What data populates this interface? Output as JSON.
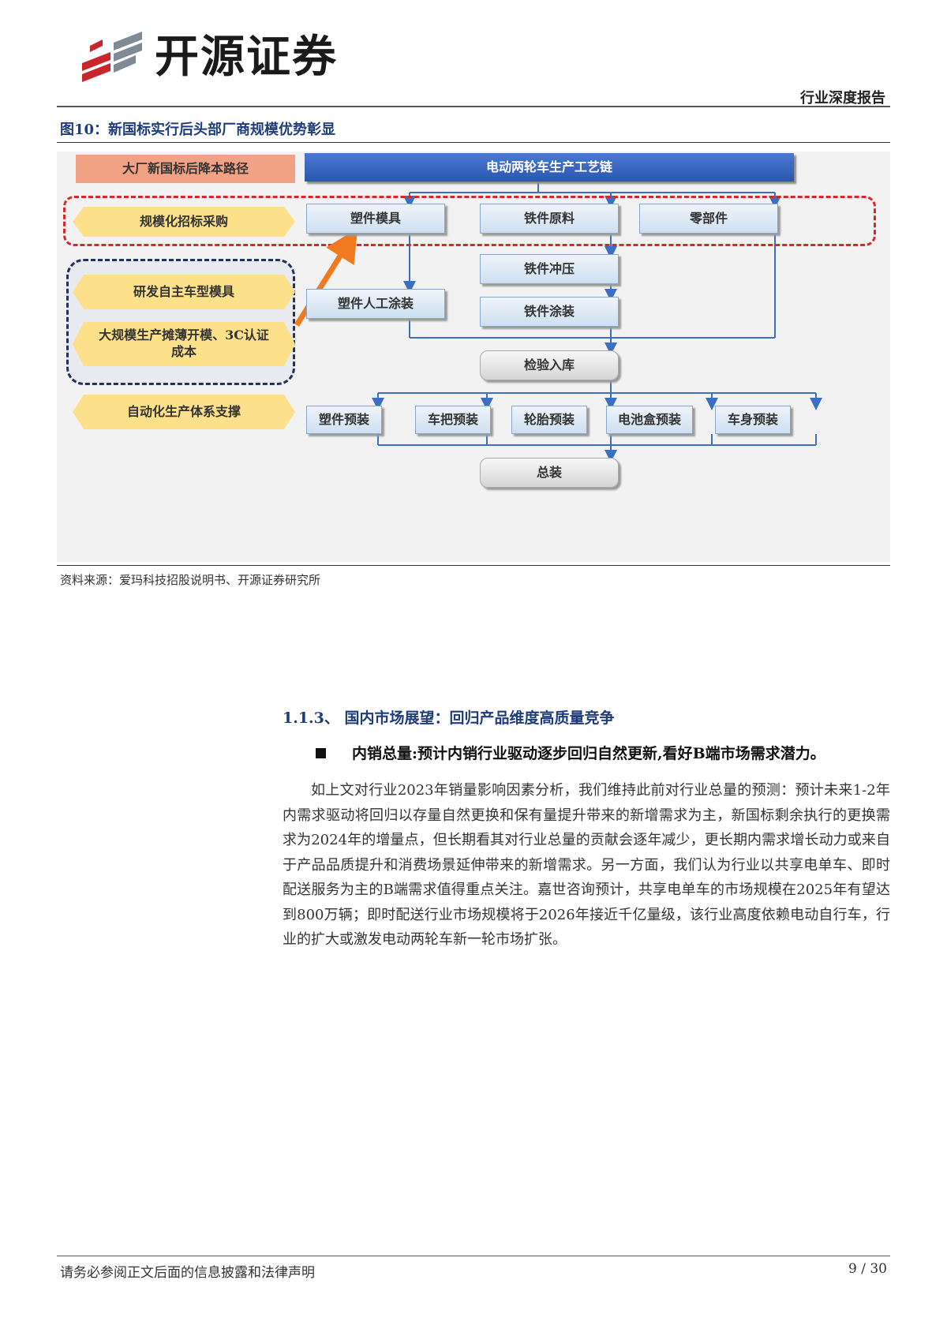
{
  "header": {
    "brand": "开源证券",
    "report_type": "行业深度报告"
  },
  "figure": {
    "caption": "图10：新国标实行后头部厂商规模优势彰显",
    "left_column": {
      "cost_path": "大厂新国标后降本路径",
      "items": [
        "规模化招标采购",
        "研发自主车型模具",
        "大规模生产摊薄开模、3C认证成本",
        "自动化生产体系支撑"
      ]
    },
    "chain_title": "电动两轮车生产工艺链",
    "materials": [
      "塑件模具",
      "铁件原料",
      "零部件"
    ],
    "plastic_process": "塑件人工涂装",
    "iron_processes": [
      "铁件冲压",
      "铁件涂装"
    ],
    "inspection": "检验入库",
    "preassembly": [
      "塑件预装",
      "车把预装",
      "轮胎预装",
      "电池盒预装",
      "车身预装"
    ],
    "final_assembly": "总装",
    "source": "资料来源：爱玛科技招股说明书、开源证券研究所"
  },
  "section": {
    "title": "1.1.3、 国内市场展望：回归产品维度高质量竞争",
    "bullet": "内销总量:预计内销行业驱动逐步回归自然更新,看好B端市场需求潜力。",
    "paragraph": "如上文对行业2023年销量影响因素分析，我们维持此前对行业总量的预测：预计未来1-2年内需求驱动将回归以存量自然更换和保有量提升带来的新增需求为主，新国标剩余执行的更换需求为2024年的增量点，但长期看其对行业总量的贡献会逐年减少，更长期内需求增长动力或来自于产品品质提升和消费场景延伸带来的新增需求。另一方面，我们认为行业以共享电单车、即时配送服务为主的B端需求值得重点关注。嘉世咨询预计，共享电单车的市场规模在2025年有望达到800万辆；即时配送行业市场规模将于2026年接近千亿量级，该行业高度依赖电动自行车，行业的扩大或激发电动两轮车新一轮市场扩张。"
  },
  "footer": {
    "disclaimer": "请务必参阅正文后面的信息披露和法律声明",
    "page": "9 / 30"
  },
  "colors": {
    "caption_blue": "#1f3d7a",
    "chain_blue": "#2f5fbf",
    "cost_salmon": "#f2a284",
    "hex_yellow": "#fde08a",
    "dash_red": "#d62828",
    "dash_navy": "#24335a",
    "arrow_orange": "#f07a20"
  }
}
